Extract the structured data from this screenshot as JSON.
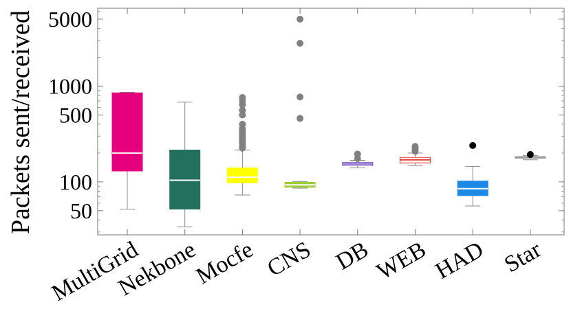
{
  "chart_data": {
    "type": "box",
    "ylabel": "Packets sent/received",
    "yscale": "log",
    "ylim": [
      28,
      6500
    ],
    "y_ticks": [
      {
        "value": 50,
        "label": "50"
      },
      {
        "value": 100,
        "label": "100"
      },
      {
        "value": 500,
        "label": "500"
      },
      {
        "value": 1000,
        "label": "1000"
      },
      {
        "value": 5000,
        "label": "5000"
      }
    ],
    "grid": false,
    "categories": [
      "MultiGrid",
      "Nekbone",
      "Mocfe",
      "CNS",
      "DB",
      "WEB",
      "HAD",
      "Star"
    ],
    "boxes": [
      {
        "name": "MultiGrid",
        "color": "#e6007e",
        "min": 52,
        "q1": 130,
        "median": 200,
        "q3": 850,
        "max": 860,
        "outliers": [],
        "median_color": "#ffffff",
        "outlier_color": "#808080"
      },
      {
        "name": "Nekbone",
        "color": "#23705f",
        "min": 34,
        "q1": 52,
        "median": 104,
        "q3": 215,
        "max": 680,
        "outliers": [],
        "median_color": "#ffffff",
        "outlier_color": "#808080"
      },
      {
        "name": "Mocfe",
        "color": "#ffff00",
        "min": 73,
        "q1": 98,
        "median": 112,
        "q3": 140,
        "max": 215,
        "outliers": [
          225,
          235,
          250,
          260,
          275,
          290,
          305,
          320,
          340,
          360,
          400,
          500,
          560,
          640,
          700,
          760
        ],
        "median_color": "#ffffff",
        "outlier_color": "#808080"
      },
      {
        "name": "CNS",
        "color": "#9acd32",
        "min": 86,
        "q1": 88,
        "median": 93,
        "q3": 99,
        "max": 101,
        "outliers": [
          460,
          770,
          2800,
          5000
        ],
        "median_color": "#ffffff",
        "outlier_color": "#808080"
      },
      {
        "name": "DB",
        "color": "#ffffff",
        "edge": "#7e57c2",
        "min": 140,
        "q1": 148,
        "median": 154,
        "q3": 160,
        "max": 168,
        "outliers": [
          175,
          195
        ],
        "median_color": "#7e57c2",
        "outlier_color": "#808080"
      },
      {
        "name": "WEB",
        "color": "#ffffff",
        "edge": "#e53935",
        "min": 148,
        "q1": 158,
        "median": 170,
        "q3": 180,
        "max": 200,
        "outliers": [
          208,
          215,
          225,
          235
        ],
        "median_color": "#e53935",
        "outlier_color": "#808080"
      },
      {
        "name": "HAD",
        "color": "#1e88e5",
        "min": 56,
        "q1": 72,
        "median": 85,
        "q3": 102,
        "max": 145,
        "outliers": [
          240
        ],
        "median_color": "#ffffff",
        "outlier_color": "#000000"
      },
      {
        "name": "Star",
        "color": "#ffffff",
        "edge": "#9e9e9e",
        "min": 170,
        "q1": 176,
        "median": 181,
        "q3": 184,
        "max": 188,
        "outliers": [
          193
        ],
        "median_color": "#9e9e9e",
        "outlier_color": "#000000"
      }
    ]
  }
}
